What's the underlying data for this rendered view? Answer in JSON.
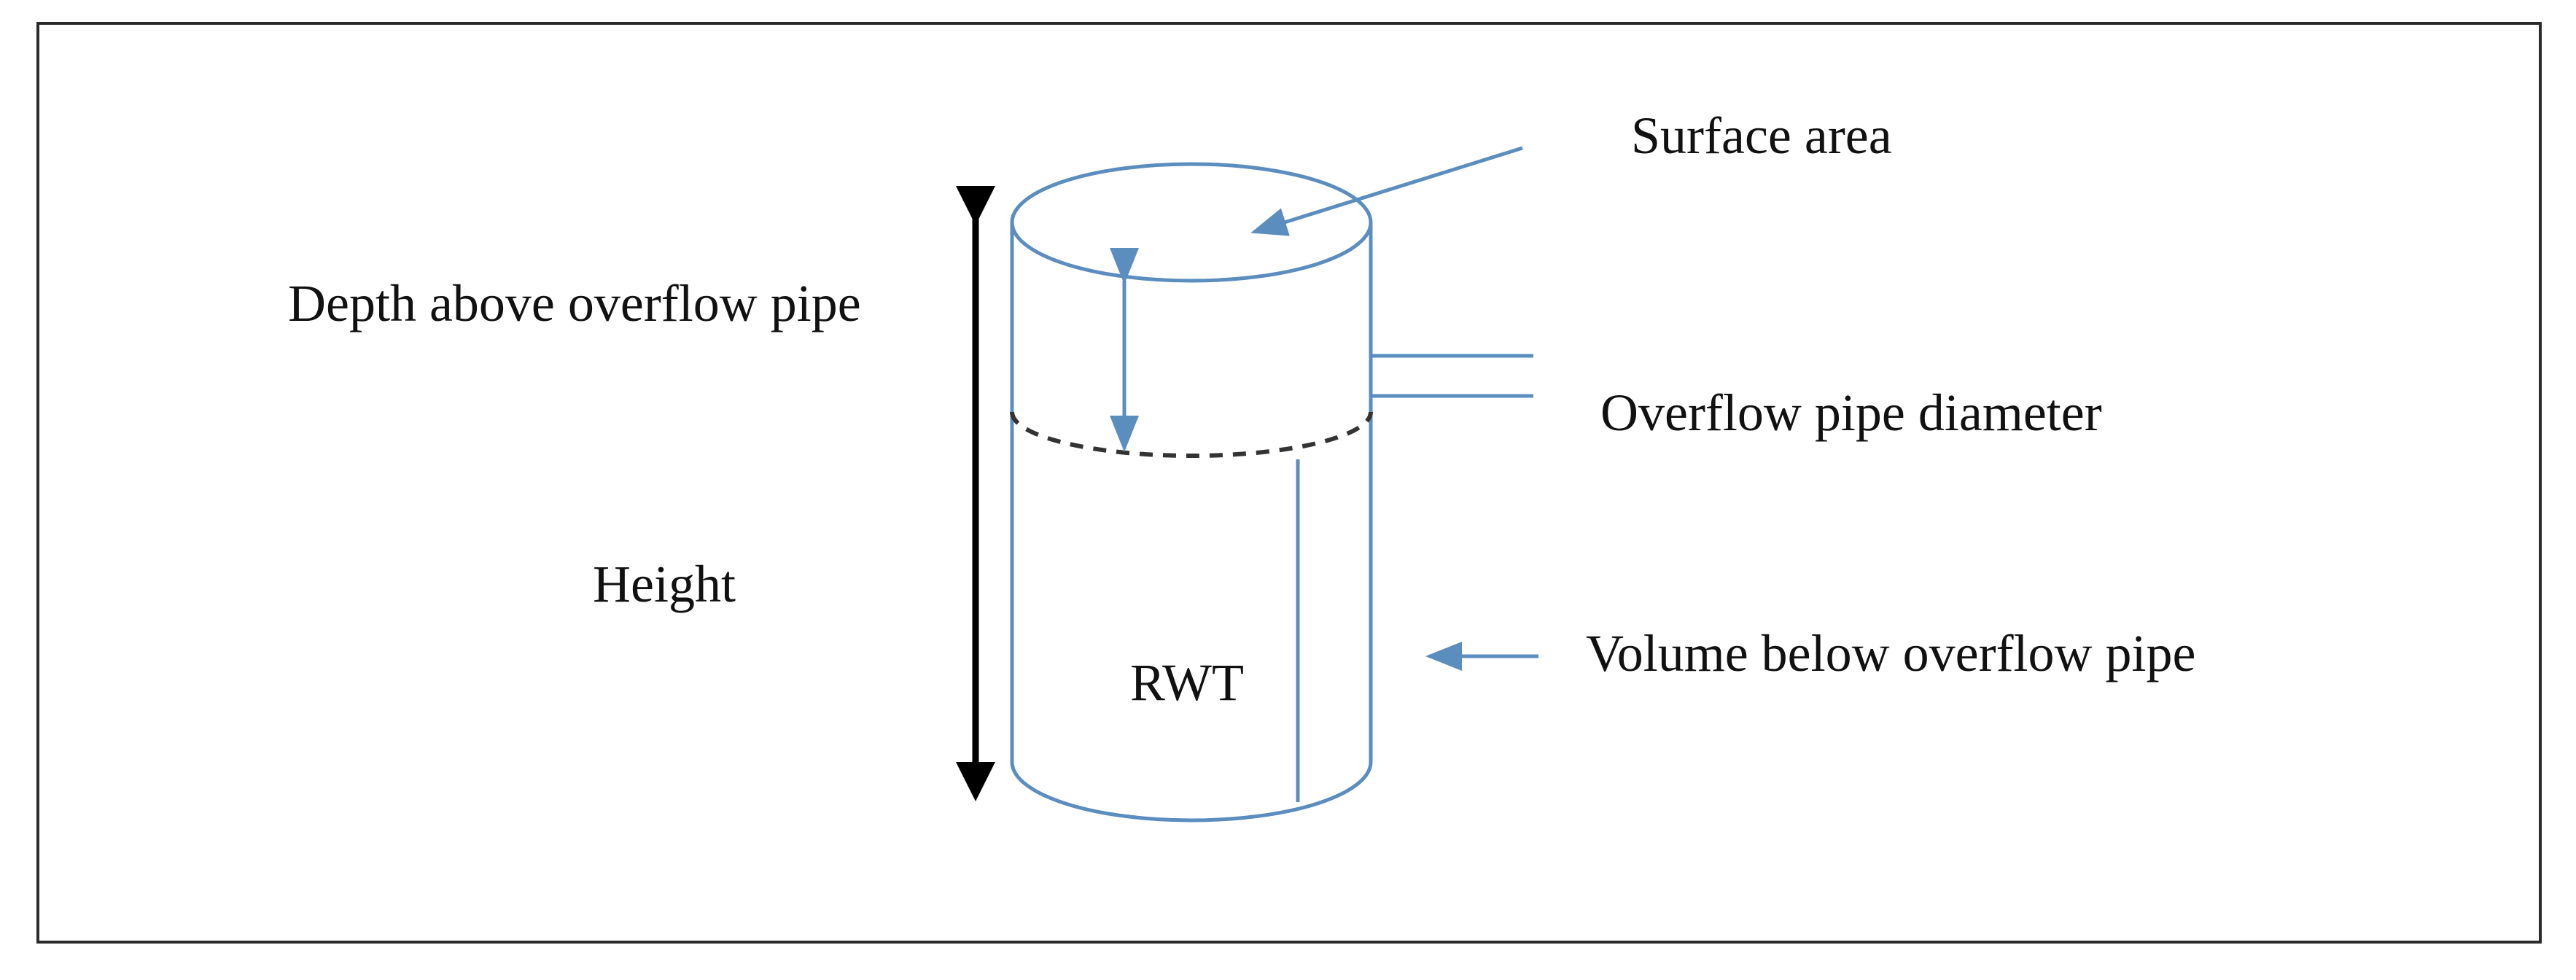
{
  "diagram": {
    "labels": {
      "surface_area": "Surface area",
      "depth_above_overflow_pipe": "Depth above overflow pipe",
      "overflow_pipe_diameter": "Overflow pipe diameter",
      "height": "Height",
      "rwt": "RWT",
      "volume_below_overflow_pipe": "Volume below overflow pipe"
    },
    "colors": {
      "tank_outline": "#5b8dbf",
      "arrow_blue": "#5b8dbf",
      "height_arrow": "#000000",
      "dashed_line": "#333333",
      "frame": "#2b2b2b",
      "text": "#111111"
    },
    "icons": {
      "tank": "cylinder-tank-shape",
      "arrow": "line-arrow"
    }
  }
}
